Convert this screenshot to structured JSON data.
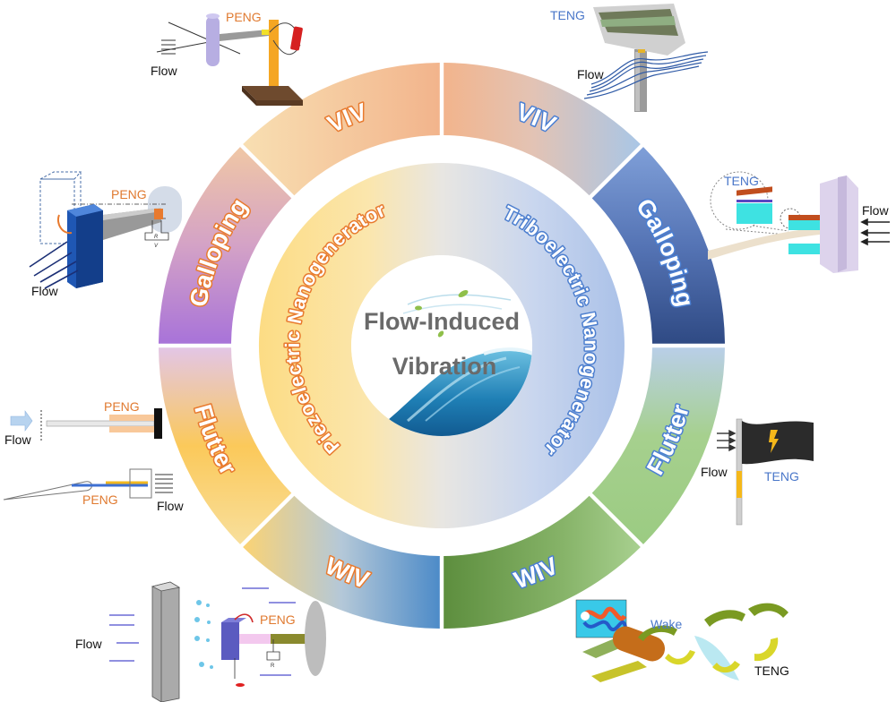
{
  "center": {
    "title_line1": "Flow-Induced",
    "title_line2": "Vibration"
  },
  "inner_ring": {
    "left_label": "Piezoelectric Nanogenerator",
    "right_label": "Triboelectric Nanogenerator"
  },
  "outer_ring": {
    "peng_segments": [
      {
        "label": "VIV"
      },
      {
        "label": "Galloping"
      },
      {
        "label": "Flutter"
      },
      {
        "label": "WIV"
      }
    ],
    "teng_segments": [
      {
        "label": "VIV"
      },
      {
        "label": "Galloping"
      },
      {
        "label": "Flutter"
      },
      {
        "label": "WIV"
      }
    ]
  },
  "illustrations": {
    "viv_peng": {
      "device": "PENG",
      "flow": "Flow"
    },
    "viv_teng": {
      "device": "TENG",
      "flow": "Flow"
    },
    "galloping_peng": {
      "device": "PENG",
      "flow": "Flow",
      "resistor": "R",
      "voltage": "V"
    },
    "galloping_teng": {
      "device": "TENG",
      "flow": "Flow"
    },
    "flutter_peng": {
      "device_top": "PENG",
      "flow_top": "Flow",
      "device_bottom": "PENG",
      "flow_bottom": "Flow"
    },
    "flutter_teng": {
      "device": "TENG",
      "flow": "Flow"
    },
    "wiv_peng": {
      "device": "PENG",
      "flow": "Flow",
      "resistor": "R"
    },
    "wiv_teng": {
      "device": "TENG",
      "wake": "Wake"
    }
  },
  "colors": {
    "peng_accent": "#e87a2e",
    "teng_accent": "#4a7fd3",
    "center_text": "#6a6a6a"
  }
}
